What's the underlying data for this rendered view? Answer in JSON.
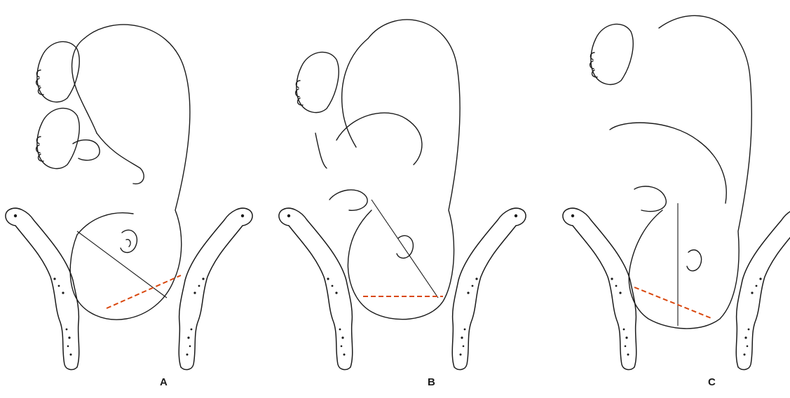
{
  "panels": [
    {
      "id": "A",
      "label": "A"
    },
    {
      "id": "B",
      "label": "B"
    },
    {
      "id": "C",
      "label": "C"
    }
  ],
  "colors": {
    "ink": "#1a1a1a",
    "dashed_diameter": "#d9480f",
    "background": "#ffffff"
  }
}
